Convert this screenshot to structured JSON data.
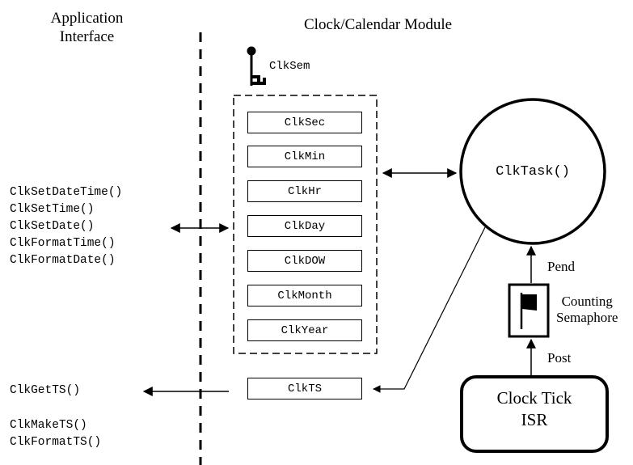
{
  "headers": {
    "app_interface_line1": "Application",
    "app_interface_line2": "Interface",
    "module_title": "Clock/Calendar Module"
  },
  "semaphore_key": {
    "label": "ClkSem"
  },
  "registers": [
    {
      "label": "ClkSec"
    },
    {
      "label": "ClkMin"
    },
    {
      "label": "ClkHr"
    },
    {
      "label": "ClkDay"
    },
    {
      "label": "ClkDOW"
    },
    {
      "label": "ClkMonth"
    },
    {
      "label": "ClkYear"
    }
  ],
  "timestamp_register": {
    "label": "ClkTS"
  },
  "api_functions": {
    "set_group": [
      "ClkSetDateTime()",
      "ClkSetTime()",
      "ClkSetDate()",
      "ClkFormatTime()",
      "ClkFormatDate()"
    ],
    "ts_group": {
      "get": "ClkGetTS()",
      "make": "ClkMakeTS()",
      "format": "ClkFormatTS()"
    }
  },
  "task": {
    "label": "ClkTask()"
  },
  "semaphore": {
    "line1": "Counting",
    "line2": "Semaphore",
    "pend": "Pend",
    "post": "Post"
  },
  "isr": {
    "line1": "Clock Tick",
    "line2": "ISR"
  }
}
